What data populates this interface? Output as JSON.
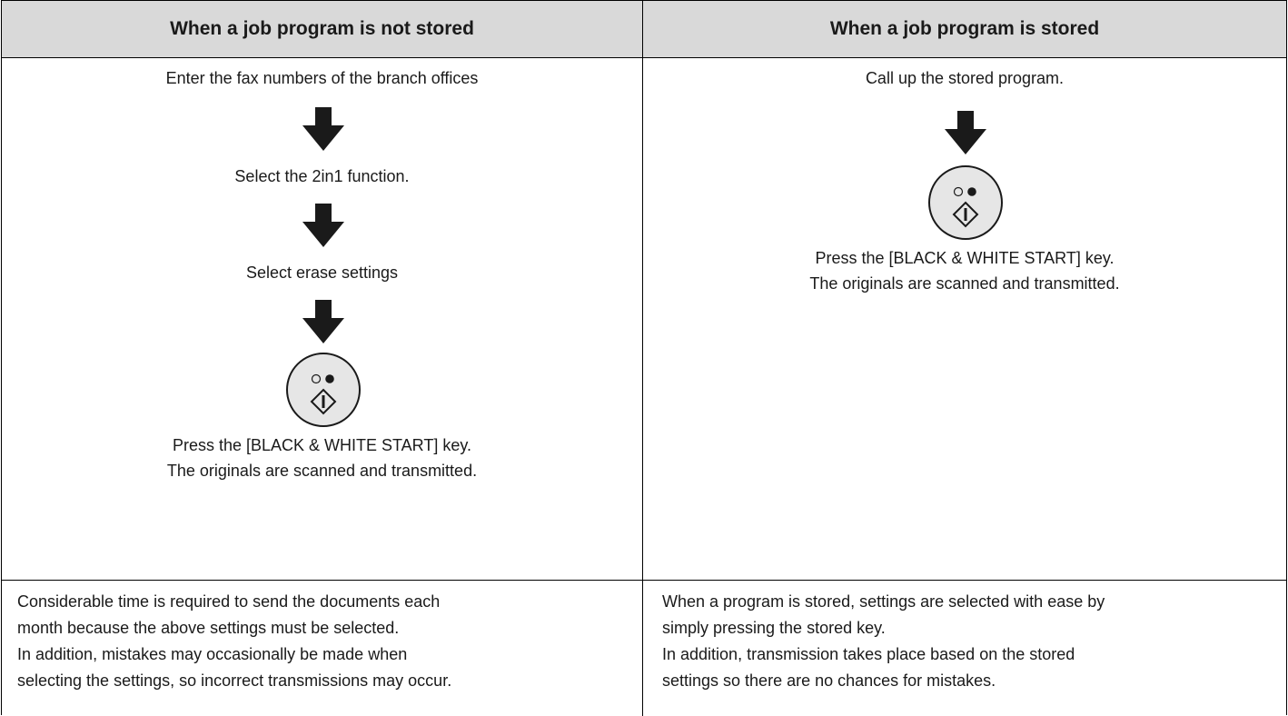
{
  "headers": {
    "left": "When a job program is not stored",
    "right": "When a job program is stored"
  },
  "left_steps": {
    "step1": "Enter the fax numbers of the branch offices",
    "step2": "Select the 2in1 function.",
    "step3": "Select erase settings",
    "step4_line1": "Press the [BLACK & WHITE START] key.",
    "step4_line2": "The originals are scanned and transmitted."
  },
  "right_steps": {
    "step1": "Call up the stored program.",
    "step2_line1": "Press the [BLACK & WHITE START] key.",
    "step2_line2": "The originals are scanned and transmitted."
  },
  "notes": {
    "left": [
      "Considerable time is required to send the documents each",
      "month because the above settings must be selected.",
      "In addition, mistakes may occasionally be made when",
      "selecting the settings, so incorrect transmissions may occur."
    ],
    "right": [
      "When a program is stored, settings are selected with ease by",
      "simply pressing the stored key.",
      "In addition, transmission takes place based on the stored",
      "settings so there are no chances for mistakes."
    ]
  },
  "icons": {
    "arrow": "down-arrow-icon",
    "start_key": "black-white-start-key-icon"
  }
}
